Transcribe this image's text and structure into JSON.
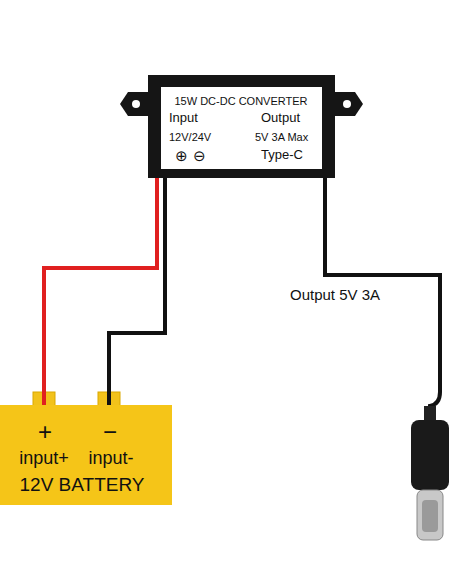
{
  "diagram": {
    "nodes": [
      {
        "text": [
          "15W DC-DC CONVERTER",
          "Input",
          "12V/24V",
          "Output",
          "5V 3A Max",
          "Type-C"
        ]
      },
      {
        "text": [
          "+",
          "−",
          "input+",
          "input-",
          "12V BATTERY"
        ]
      }
    ],
    "edges": [
      {
        "from": 1,
        "to": 0,
        "arrow": "none"
      },
      {
        "from": 1,
        "to": 0,
        "arrow": "none"
      }
    ],
    "labels": [
      "⊕",
      "⊖",
      "Output 5V 3A"
    ]
  }
}
